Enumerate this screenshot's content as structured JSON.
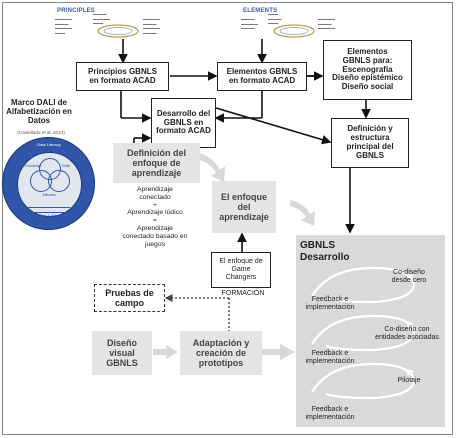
{
  "header": {
    "principles_title": "PRINCIPLES",
    "elements_title": "ELEMENTS"
  },
  "boxes": {
    "principios": "Principios GBNLS\nen formato ACAD",
    "elementos_acad": "Elementos GBNLS\nen formato ACAD",
    "elementos_para": "Elementos\nGBNLS para:\nEscenografía\nDiseño epistémico\nDiseño social",
    "desarrollo_acad": "Desarrollo del\nGBNLS en\nformato ACAD",
    "definicion_estructura": "Definición y\nestructura\nprincipal del\nGBNLS",
    "definicion_enfoque": "Definición del\nenfoque de\naprendizaje",
    "enfoque_aprendizaje": "El enfoque\ndel\naprendizaje",
    "enfoque_game_changers": "El enfoque de\nGame\nChangers",
    "pruebas_campo": "Pruebas de\ncampo",
    "diseno_visual": "Diseño\nvisual\nGBNLS",
    "adaptacion": "Adaptación y\ncreación de\nprototipos"
  },
  "labels": {
    "formacion": "FORMACIÓN",
    "learning_formula": "Aprendizaje\nconectado\n+\nAprendizaje lúdico\n=\nAprendizaje\nconectado basado en\njuegos"
  },
  "marco": {
    "title": "Marco DALI de\nAlfabetización en\nDatos",
    "citation": "(Castellado et al, 2024)",
    "ring_text": "Data Literacy",
    "segment_1": "Knowledge",
    "segment_2": "Skills",
    "segment_3": "Attitudes",
    "base": "Ethics & Values",
    "colors": {
      "outer": "#2f56a8",
      "inner": "#e2e6ef"
    }
  },
  "gbnls": {
    "title": "GBNLS\nDesarrollo",
    "steps": [
      {
        "left": "Feedback e\nimplementación",
        "right": "Co-diseño\ndesde cero"
      },
      {
        "left": "Feedback e\nimplementación",
        "right": "Co-diseño con\nentidades asociadas"
      },
      {
        "left": "Feedback e\nimplementación",
        "right": "Pilotaje"
      }
    ]
  },
  "colors": {
    "accent": "#2f56a8",
    "gray_box": "#e4e4e4",
    "arrow_gray": "#d8d8d8"
  }
}
